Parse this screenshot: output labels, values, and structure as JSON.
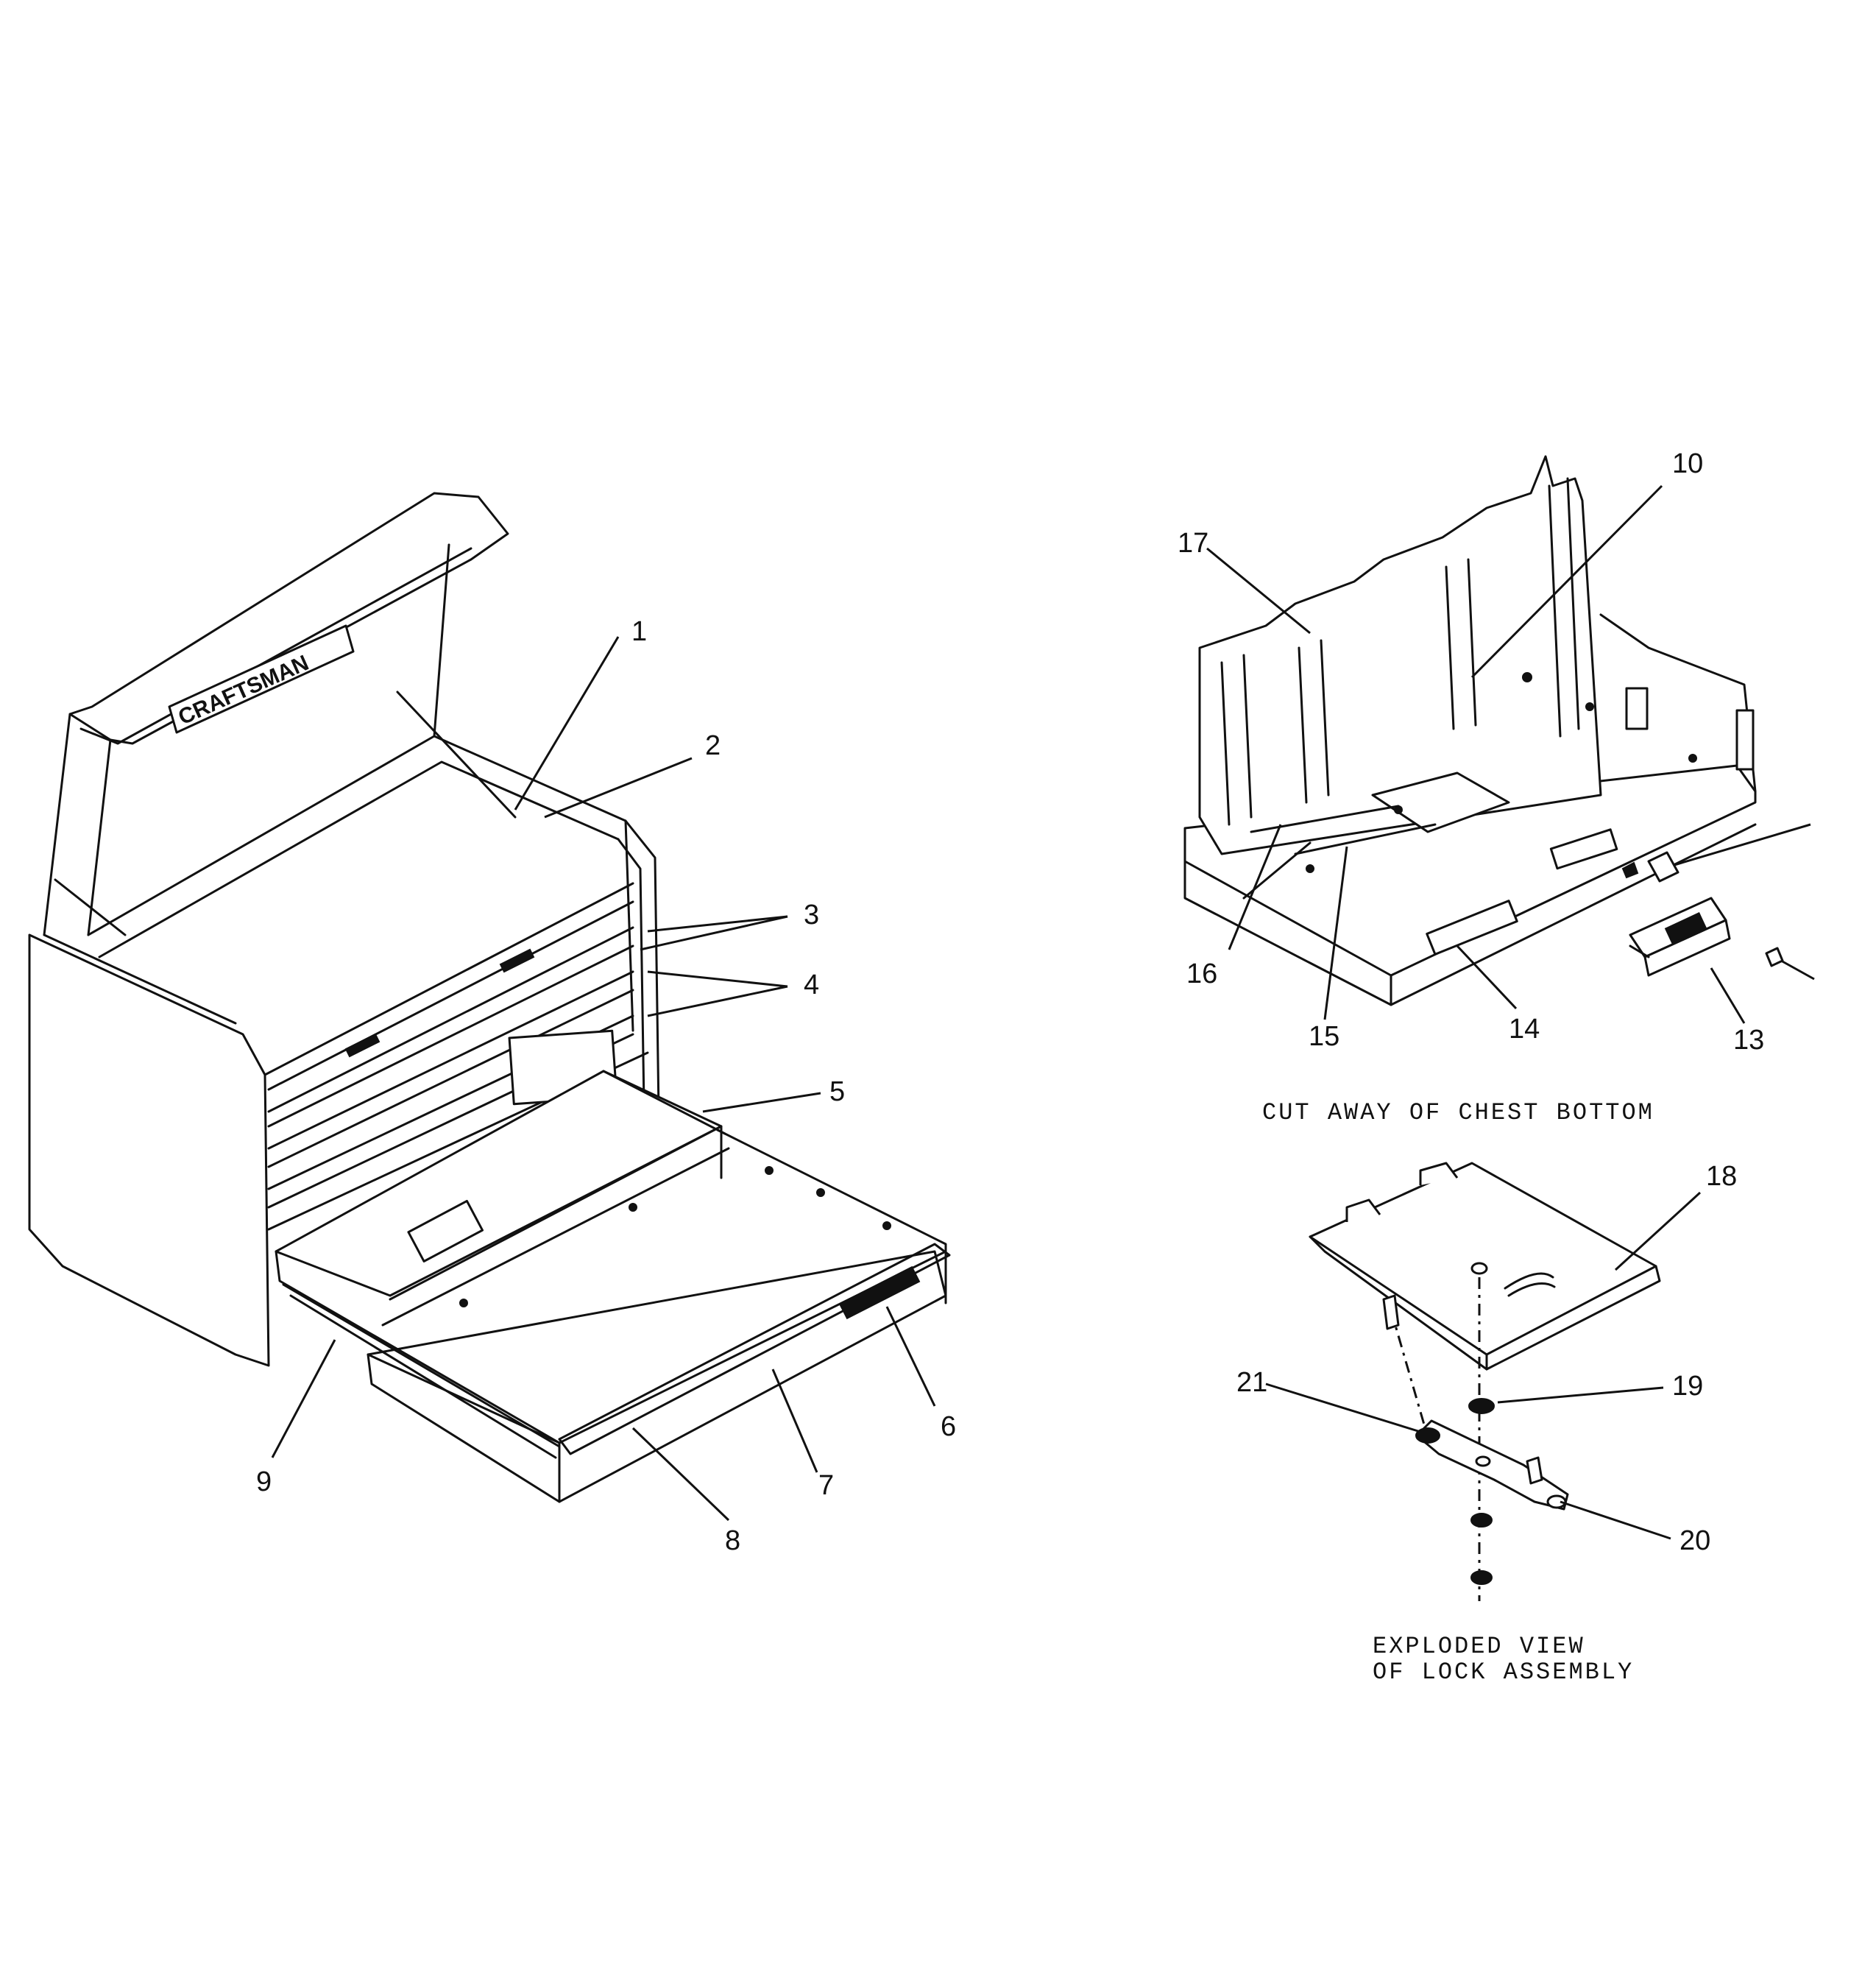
{
  "diagram": {
    "brand_mark": "CRAFTSMAN",
    "captions": {
      "cutaway": "CUT AWAY OF CHEST BOTTOM",
      "exploded_line1": "EXPLODED VIEW",
      "exploded_line2": "OF LOCK ASSEMBLY"
    },
    "callouts": {
      "c1": "1",
      "c2": "2",
      "c3": "3",
      "c4": "4",
      "c5": "5",
      "c6": "6",
      "c7": "7",
      "c8": "8",
      "c9": "9",
      "c10": "10",
      "c13": "13",
      "c14": "14",
      "c15": "15",
      "c16": "16",
      "c17": "17",
      "c18": "18",
      "c19": "19",
      "c20": "20",
      "c21": "21"
    }
  }
}
